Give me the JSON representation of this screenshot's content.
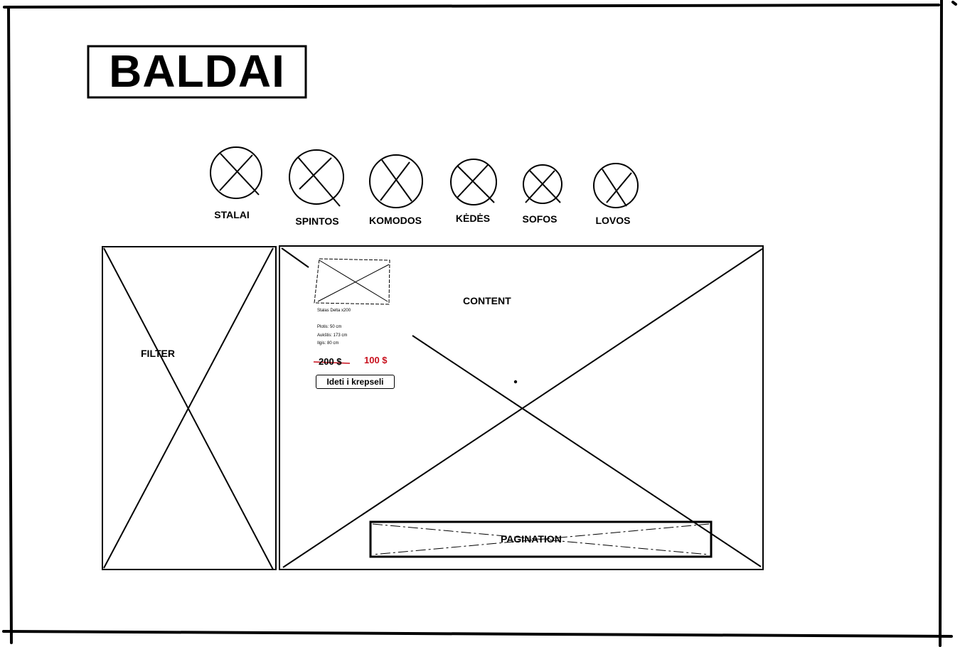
{
  "logo": {
    "text": "BALDAI"
  },
  "categories": [
    {
      "label": "STALAI"
    },
    {
      "label": "SPINTOS"
    },
    {
      "label": "KOMODOS"
    },
    {
      "label": "KĖDĖS"
    },
    {
      "label": "SOFOS"
    },
    {
      "label": "LOVOS"
    }
  ],
  "filter": {
    "label": "FILTER"
  },
  "content": {
    "label": "CONTENT"
  },
  "product": {
    "title": "Stalas Delta x200",
    "specs": [
      "Plotis: 50 cm",
      "Aukštis: 173 cm",
      "Ilgis: 80 cm"
    ],
    "old_price": "200 $",
    "new_price": "100 $",
    "cart_button": "Ideti i krepseli"
  },
  "pagination": {
    "label": "PAGINATION"
  },
  "colors": {
    "sale_price": "#c8101d",
    "line": "#000000"
  }
}
